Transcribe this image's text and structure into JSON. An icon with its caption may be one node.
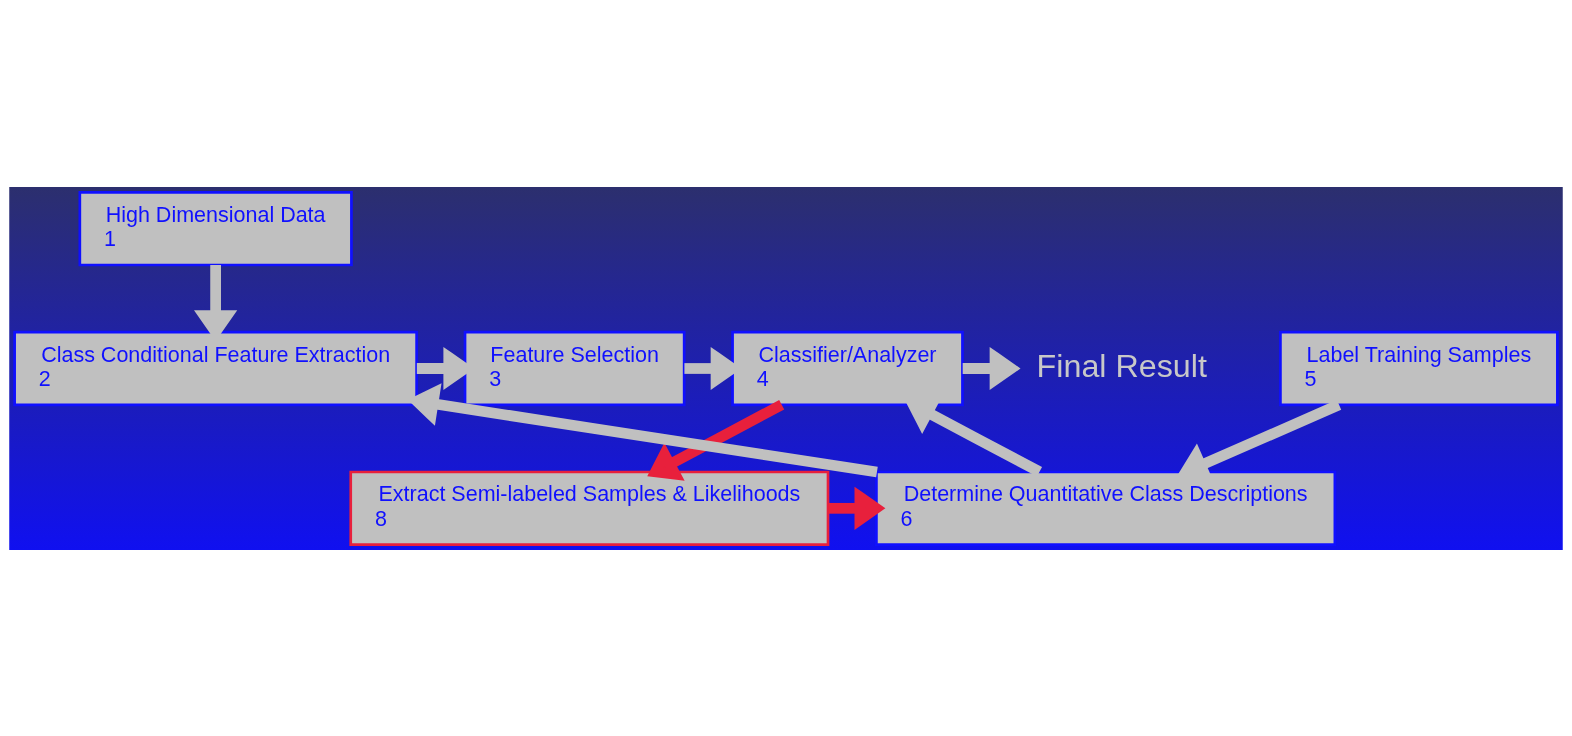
{
  "diagram": {
    "nodes": [
      {
        "text": [
          "High Dimensional Data",
          "1"
        ]
      },
      {
        "text": [
          "Class Conditional Feature Extraction",
          "2"
        ]
      },
      {
        "text": [
          "Feature Selection",
          "3"
        ]
      },
      {
        "text": [
          "Classifier/Analyzer",
          "4"
        ]
      },
      {
        "text": [
          "Final Result"
        ]
      },
      {
        "text": [
          "Determine Quantitative Class Descriptions",
          "6"
        ]
      },
      {
        "text": [
          "Extract Semi-labeled Samples & Likelihoods",
          "8"
        ]
      },
      {
        "text": [
          "Label Training Samples",
          "5"
        ]
      }
    ],
    "edges": [
      {
        "from": 0,
        "to": 1,
        "arrow": "to"
      },
      {
        "from": 1,
        "to": 2,
        "arrow": "to"
      },
      {
        "from": 2,
        "to": 3,
        "arrow": "to"
      },
      {
        "from": 3,
        "to": 4,
        "arrow": "to"
      },
      {
        "from": 3,
        "to": 6,
        "arrow": "to",
        "color": "#e8203c"
      },
      {
        "from": 6,
        "to": 5,
        "arrow": "to",
        "color": "#e8203c"
      },
      {
        "from": 7,
        "to": 5,
        "arrow": "to"
      },
      {
        "from": 5,
        "to": 1,
        "arrow": "to"
      },
      {
        "from": 5,
        "to": 3,
        "arrow": "to"
      }
    ]
  }
}
